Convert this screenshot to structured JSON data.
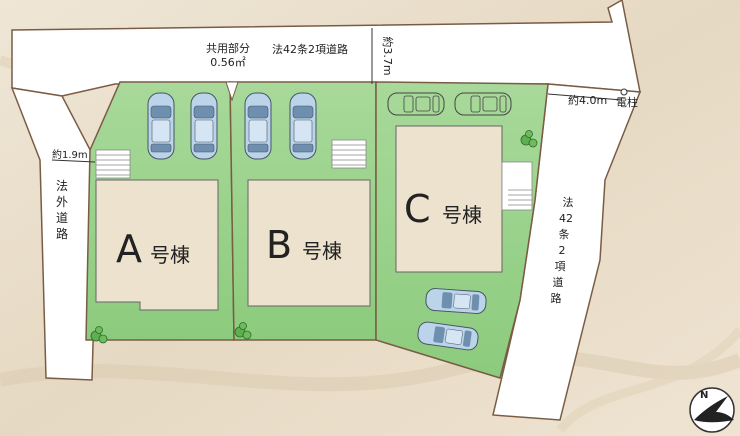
{
  "plan": {
    "road_top": "法42条2項道路",
    "road_top_width": "約3.7m",
    "shared": "共用部分",
    "shared_area": "0.56㎡",
    "road_left_width": "約1.9m",
    "road_left": [
      "法",
      "外",
      "道",
      "路"
    ],
    "road_right_width": "約4.0m",
    "road_right": [
      "法",
      "42",
      "条",
      "2",
      "項",
      "道",
      "路"
    ],
    "pole": "電柱",
    "bldg_a": {
      "letter": "A",
      "suffix": "号棟"
    },
    "bldg_b": {
      "letter": "B",
      "suffix": "号棟"
    },
    "bldg_c": {
      "letter": "C",
      "suffix": "号棟"
    },
    "compass": "N"
  },
  "colors": {
    "background": "#ede3d2",
    "road": "#ffffff",
    "lot": "#9bd18c",
    "building": "#ece2cd",
    "outline": "#7a5c45",
    "car_blue": "#bcd4ea"
  }
}
